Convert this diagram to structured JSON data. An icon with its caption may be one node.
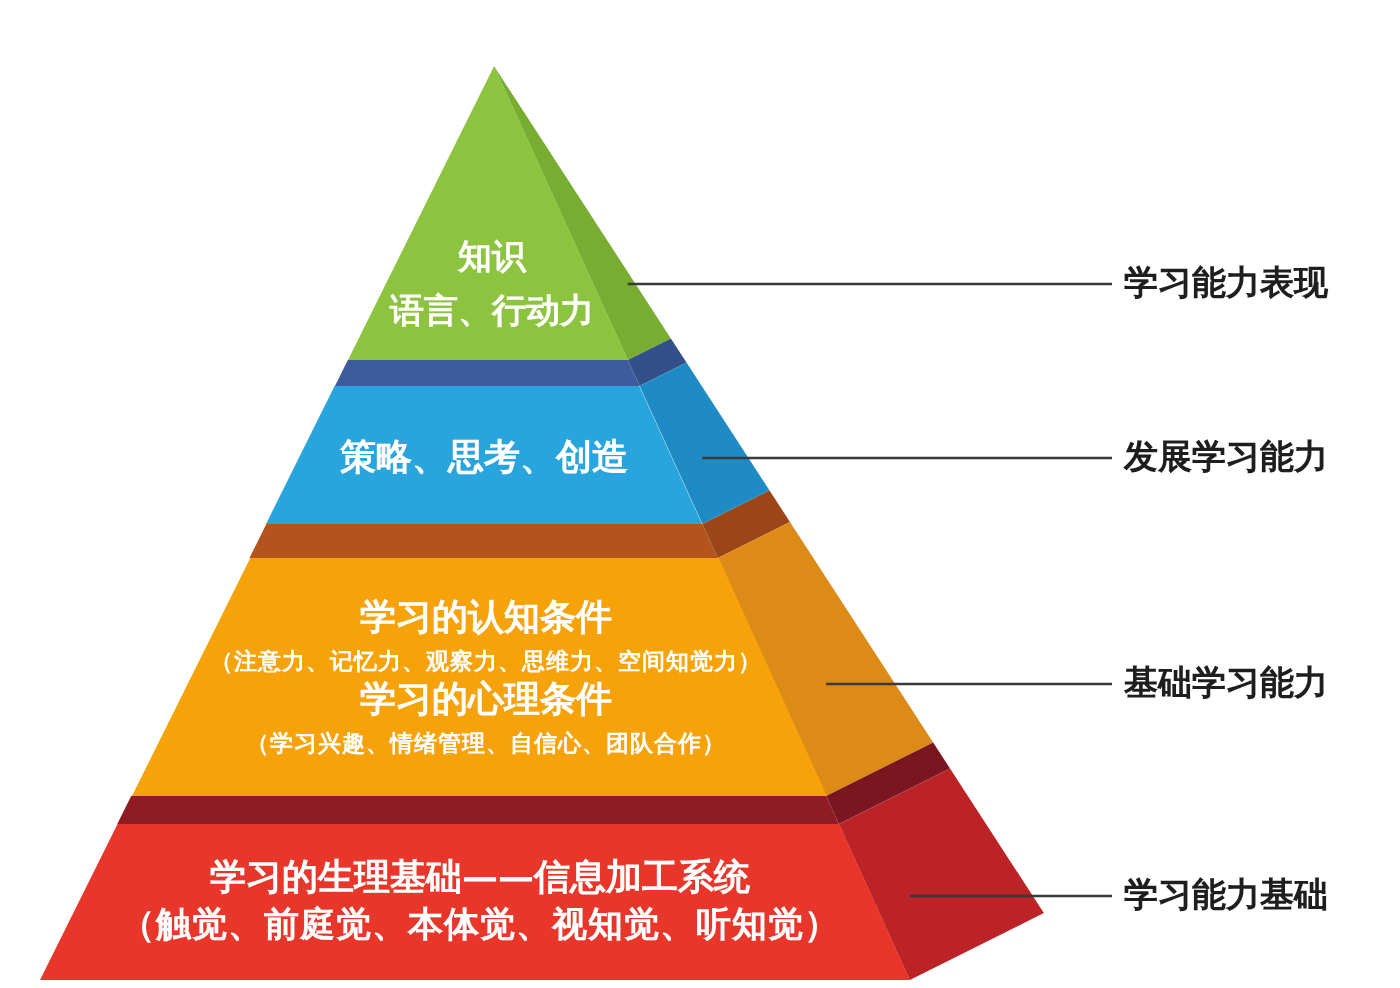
{
  "diagram": {
    "nodes": [
      {
        "text": [
          "知识",
          "语言、行动力"
        ]
      },
      {
        "text": [
          "策略、思考、创造"
        ]
      },
      {
        "text": [
          "学习的认知条件",
          "（注意力、记忆力、观察力、思维力、空间知觉力）",
          "学习的心理条件",
          "（学习兴趣、情绪管理、自信心、团队合作）"
        ]
      },
      {
        "text": [
          "学习的生理基础——信息加工系统",
          "（触觉、前庭觉、本体觉、视知觉、听知觉）"
        ]
      },
      {
        "text": [
          "学习能力表现"
        ]
      },
      {
        "text": [
          "发展学习能力"
        ]
      },
      {
        "text": [
          "基础学习能力"
        ]
      },
      {
        "text": [
          "学习能力基础"
        ]
      }
    ],
    "edges": [
      {
        "from": 4,
        "to": 0,
        "arrow": "none"
      },
      {
        "from": 5,
        "to": 1,
        "arrow": "none"
      },
      {
        "from": 6,
        "to": 2,
        "arrow": "none"
      },
      {
        "from": 7,
        "to": 3,
        "arrow": "none"
      }
    ]
  }
}
